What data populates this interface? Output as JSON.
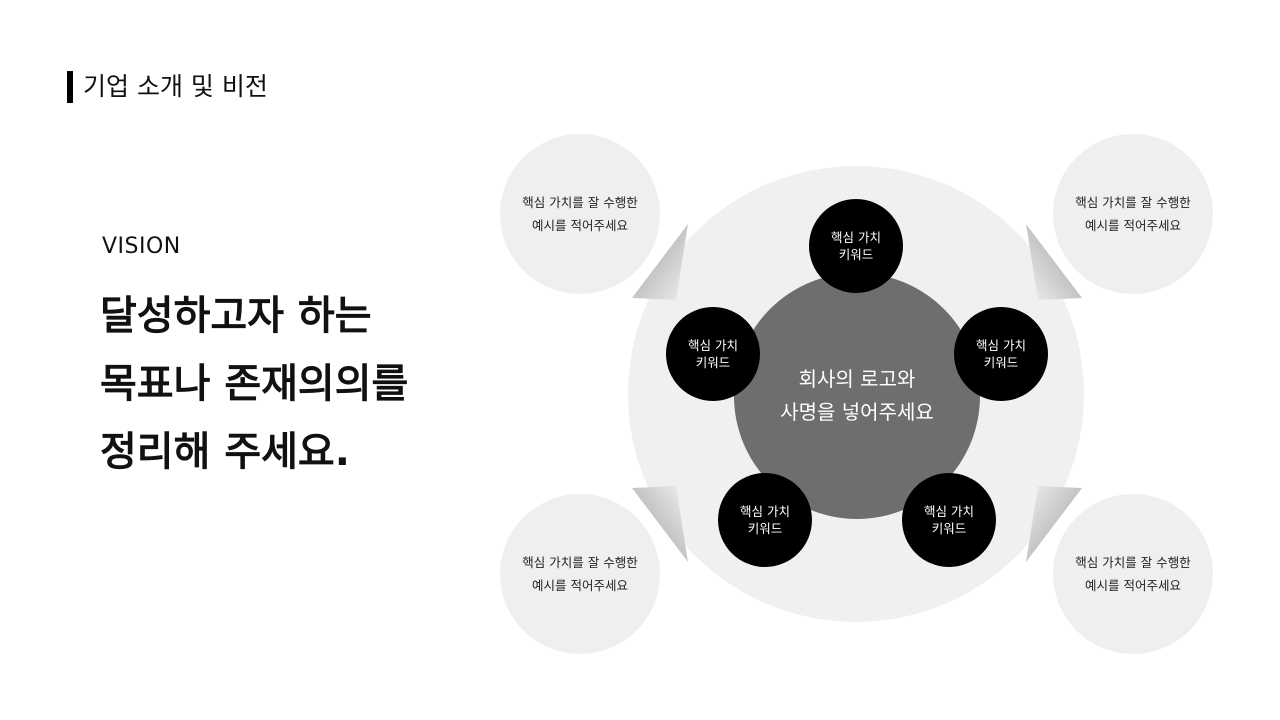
{
  "header": {
    "title": "기업 소개 및 비전"
  },
  "vision": {
    "label": "VISION",
    "lines": [
      "달성하고자 하는",
      "목표나 존재의의를",
      "정리해 주세요."
    ]
  },
  "diagram": {
    "center": {
      "line1": "회사의 로고와",
      "line2": "사명을 넣어주세요"
    },
    "keywords": [
      {
        "line1": "핵심 가치",
        "line2": "키워드"
      },
      {
        "line1": "핵심 가치",
        "line2": "키워드"
      },
      {
        "line1": "핵심 가치",
        "line2": "키워드"
      },
      {
        "line1": "핵심 가치",
        "line2": "키워드"
      },
      {
        "line1": "핵심 가치",
        "line2": "키워드"
      }
    ],
    "examples": [
      {
        "line1": "핵심 가치를 잘 수행한",
        "line2": "예시를 적어주세요"
      },
      {
        "line1": "핵심 가치를 잘 수행한",
        "line2": "예시를 적어주세요"
      },
      {
        "line1": "핵심 가치를 잘 수행한",
        "line2": "예시를 적어주세요"
      },
      {
        "line1": "핵심 가치를 잘 수행한",
        "line2": "예시를 적어주세요"
      }
    ]
  },
  "colors": {
    "accent": "#000000",
    "ring": "#f0f0f0",
    "center": "#6e6e6e",
    "keyword": "#000000",
    "example": "#efefef"
  }
}
